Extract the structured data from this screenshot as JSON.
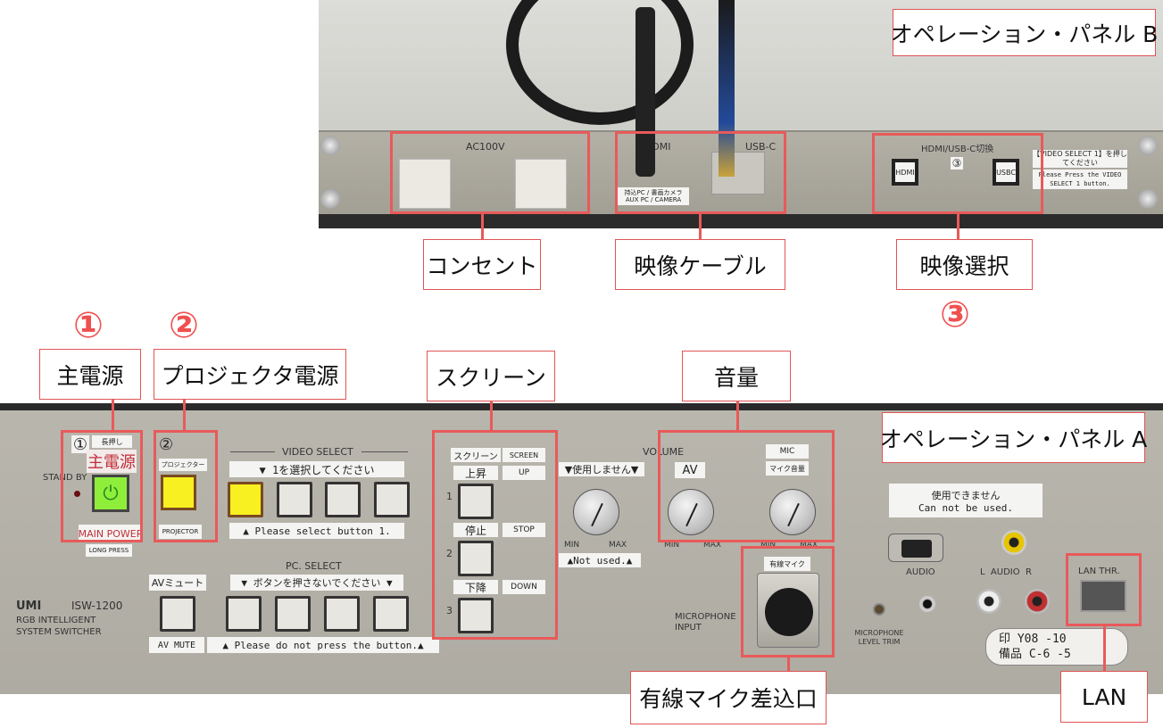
{
  "panel_b": {
    "title": "オペレーション・パネル B",
    "ac_label": "AC100V",
    "hdmi_label": "HDMI",
    "usbc_label": "USB-C",
    "cable_tag": "持込PC / 書画カメラ AUX PC / CAMERA",
    "switch_label": "HDMI/USB-C切換",
    "switch_num": "③",
    "hdmi_btn": "HDMI",
    "usbc_btn": "USBC",
    "notice_jp": "【VIDEO SELECT 1】を押してください",
    "notice_en": "Please Press the VIDEO SELECT 1 button.",
    "callouts": {
      "outlet": "コンセント",
      "video_cable": "映像ケーブル",
      "video_select": "映像選択",
      "num3": "③"
    }
  },
  "panel_a": {
    "title": "オペレーション・パネル A",
    "callouts": {
      "num1": "①",
      "num2": "②",
      "main_power": "主電源",
      "projector_power": "プロジェクタ電源",
      "screen": "スクリーン",
      "volume": "音量",
      "mic_input": "有線マイク差込口",
      "lan": "LAN"
    },
    "power": {
      "num": "①",
      "long_press_jp": "長押し",
      "label_jp": "主電源",
      "label_en": "MAIN POWER",
      "long_press_en": "LONG PRESS",
      "standby": "STAND BY"
    },
    "projector": {
      "num": "②",
      "label_jp": "プロジェクター",
      "label_en": "PROJECTOR"
    },
    "video_select": {
      "title": "VIDEO SELECT",
      "note_jp": "▼ 1を選択してください",
      "note_en": "▲ Please select button 1."
    },
    "pc_select": {
      "title": "PC. SELECT",
      "note_jp": "▼ ボタンを押さないでください ▼",
      "note_en": "▲ Please do not press the button.▲"
    },
    "av_mute": {
      "jp": "AVミュート",
      "en": "AV MUTE"
    },
    "brand": {
      "logo": "UMI",
      "model": "ISW-1200",
      "desc1": "RGB INTELLIGENT",
      "desc2": "SYSTEM SWITCHER"
    },
    "screen": {
      "jp": "スクリーン",
      "en": "SCREEN",
      "up_jp": "上昇",
      "up_en": "UP",
      "stop_jp": "停止",
      "stop_en": "STOP",
      "down_jp": "下降",
      "down_en": "DOWN",
      "n1": "1",
      "n2": "2",
      "n3": "3"
    },
    "unused_knob": {
      "top": "▼使用しません▼",
      "bottom": "▲Not used.▲",
      "min": "MIN",
      "max": "MAX"
    },
    "volume": {
      "title": "VOLUME",
      "av": "AV",
      "mic": "MIC",
      "mic_jp": "マイク音量",
      "min": "MIN",
      "max": "MAX"
    },
    "notice": {
      "jp": "使用できません",
      "en": "Can not be used.",
      "arrow": "▼"
    },
    "audio": "AUDIO",
    "audio_lr": "L  AUDIO  R",
    "lan": "LAN THR.",
    "mic_tag": "有線マイク",
    "mic_input": "MICROPHONE INPUT",
    "mic_trim": "MICROPHONE LEVEL TRIM",
    "asset": {
      "line1": "Y08  -10",
      "line2": "C-6  -5",
      "prefix1": "印",
      "prefix2": "備品"
    }
  }
}
